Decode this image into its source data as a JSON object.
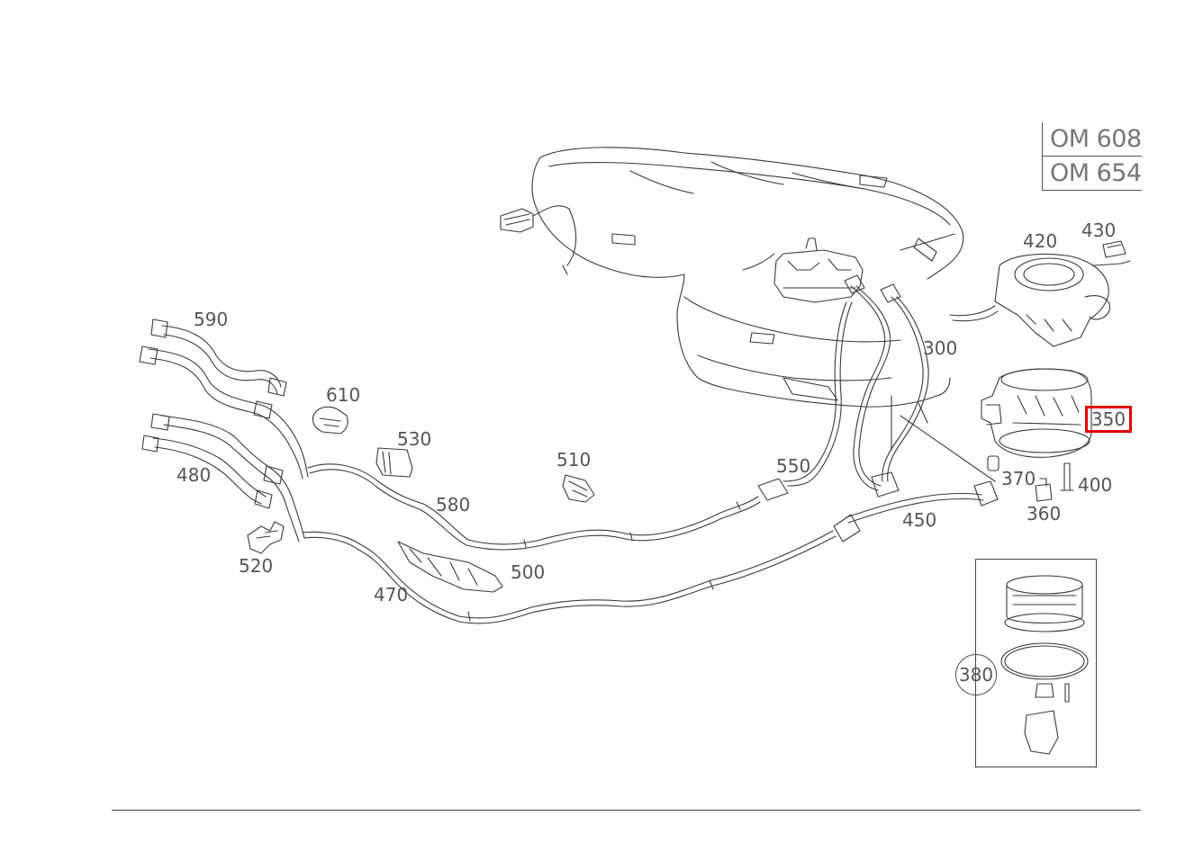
{
  "engine_codes": [
    "OM 608",
    "OM 654"
  ],
  "highlighted_part": "350",
  "parts": [
    {
      "id": "590"
    },
    {
      "id": "610"
    },
    {
      "id": "530"
    },
    {
      "id": "480"
    },
    {
      "id": "580"
    },
    {
      "id": "510"
    },
    {
      "id": "550"
    },
    {
      "id": "300"
    },
    {
      "id": "420"
    },
    {
      "id": "430"
    },
    {
      "id": "370"
    },
    {
      "id": "400"
    },
    {
      "id": "360"
    },
    {
      "id": "450"
    },
    {
      "id": "520"
    },
    {
      "id": "500"
    },
    {
      "id": "470"
    },
    {
      "id": "380"
    }
  ],
  "colors": {
    "line": "#3a3a3a",
    "label": "#555555",
    "highlight": "#e00000"
  }
}
